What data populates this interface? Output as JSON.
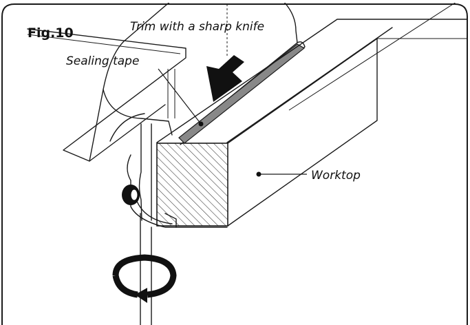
{
  "figure": {
    "title": "Fig.10",
    "labels": {
      "trim": "Trim with a sharp knife",
      "sealing_tape": "Sealing tape",
      "worktop": "Worktop"
    }
  }
}
